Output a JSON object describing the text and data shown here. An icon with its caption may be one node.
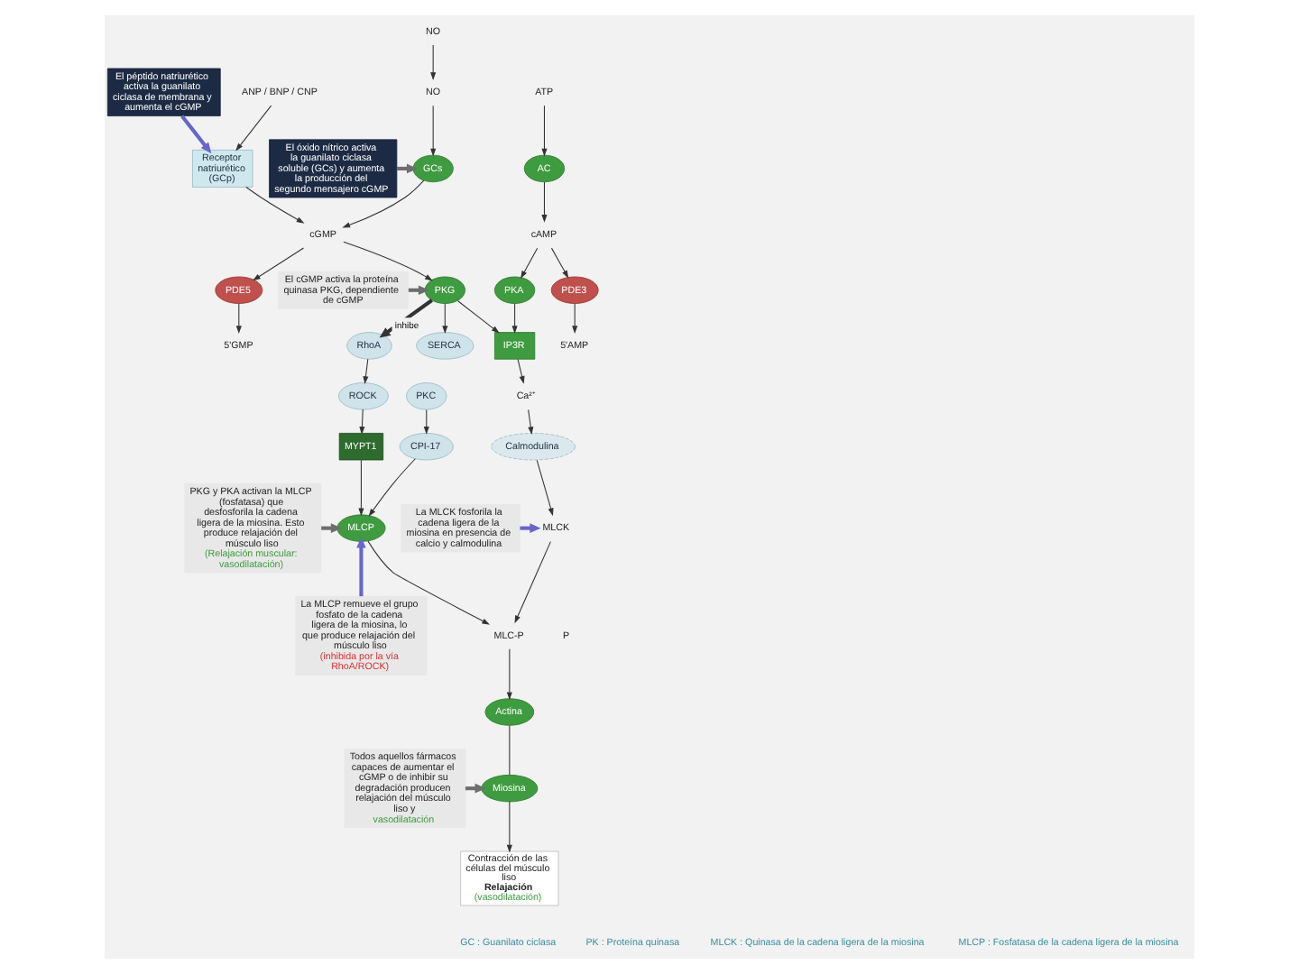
{
  "diagram": {
    "nodes": [
      {
        "text": [
          "El óxido nítrico activa la guanilato ciclasa soluble (GCs) y aumenta la producción del segundo mensajero cGMP"
        ]
      },
      {
        "text": [
          "El péptido natriurético activa la guanilato ciclasa de membrana y aumenta el cGMP"
        ]
      },
      {
        "text": [
          "NO"
        ]
      },
      {
        "text": [
          "ANP / BNP / CNP"
        ]
      },
      {
        "text": [
          "Receptor natriurético (GCp)"
        ]
      },
      {
        "text": [
          "NO"
        ]
      },
      {
        "text": [
          "GCs"
        ]
      },
      {
        "text": [
          "cGMP"
        ]
      },
      {
        "text": [
          "PDE5"
        ]
      },
      {
        "text": [
          "5'GMP"
        ]
      },
      {
        "text": [
          "5'AMP"
        ]
      },
      {
        "text": [
          "PDE3"
        ]
      },
      {
        "text": [
          "AC"
        ]
      },
      {
        "text": [
          "ATP"
        ]
      },
      {
        "text": [
          "cAMP"
        ]
      },
      {
        "text": [
          "PKG"
        ]
      },
      {
        "text": [
          "PKA"
        ]
      },
      {
        "text": [
          "RhoA"
        ]
      },
      {
        "text": [
          "ROCK"
        ]
      },
      {
        "text": [
          "PKC"
        ]
      },
      {
        "text": [
          "CPI-17"
        ]
      },
      {
        "text": [
          "IP3R"
        ]
      },
      {
        "text": [
          "Calmodulina"
        ]
      },
      {
        "text": [
          "Ca²⁺"
        ]
      },
      {
        "text": [
          "MLCK"
        ]
      },
      {
        "text": [
          "MLC-P"
        ]
      },
      {
        "text": [
          "MYPT1"
        ]
      },
      {
        "text": [
          "MLCP"
        ]
      },
      {
        "text": [
          "Actina"
        ]
      },
      {
        "text": [
          "Miosina"
        ]
      },
      {
        "text": [
          "SERCA"
        ]
      },
      {
        "text": [
          "Contracción de las células del músculo liso",
          "Relajación",
          "(vasodilatación)"
        ]
      },
      {
        "text": [
          "El cGMP activa la proteína quinasa PKG, dependiente de cGMP"
        ]
      },
      {
        "text": [
          "La MLCK fosforila la cadena ligera de la miosina en presencia de calcio y calmodulina"
        ]
      },
      {
        "text": [
          "La MLCP remueve el grupo fosfato de la cadena ligera de la miosina, lo que produce relajación del músculo liso",
          "(inhibida por la vía RhoA/ROCK)"
        ]
      },
      {
        "text": [
          "PKG y PKA activan la MLCP (fosfatasa) que desfosforila la cadena ligera de la miosina. Esto produce relajación del músculo liso",
          "(Relajación muscular: vasodilatación)"
        ]
      },
      {
        "text": [
          "Todos aquellos fármacos capaces de aumentar el cGMP o de inhibir su degradación producen relajación del músculo liso y",
          "vasodilatación"
        ]
      }
    ],
    "edges": [
      {
        "from": 0,
        "to": 6,
        "arrow": "to",
        "style": "thick",
        "color": "#6e6e6e"
      },
      {
        "from": 1,
        "to": 4,
        "arrow": "to",
        "style": "thick",
        "color": "#6666cc"
      },
      {
        "from": 2,
        "to": 5,
        "arrow": "to"
      },
      {
        "from": 3,
        "to": 4,
        "arrow": "to"
      },
      {
        "from": 5,
        "to": 6,
        "arrow": "to"
      },
      {
        "from": 6,
        "to": 7,
        "arrow": "to"
      },
      {
        "from": 4,
        "to": 7,
        "arrow": "to"
      },
      {
        "from": 7,
        "to": 8,
        "arrow": "to"
      },
      {
        "from": 8,
        "to": 9,
        "arrow": "to"
      },
      {
        "from": 13,
        "to": 12,
        "arrow": "to"
      },
      {
        "from": 12,
        "to": 14,
        "arrow": "to"
      },
      {
        "from": 14,
        "to": 11,
        "arrow": "to"
      },
      {
        "from": 11,
        "to": 10,
        "arrow": "to"
      },
      {
        "from": 7,
        "to": 15,
        "arrow": "to"
      },
      {
        "from": 14,
        "to": 16,
        "arrow": "to"
      },
      {
        "from": 15,
        "to": 17,
        "arrow": "to",
        "label": "inhibe",
        "style": "thick"
      },
      {
        "from": 17,
        "to": 18,
        "arrow": "to"
      },
      {
        "from": 19,
        "to": 20,
        "arrow": "to"
      },
      {
        "from": 18,
        "to": 26,
        "arrow": "to"
      },
      {
        "from": 20,
        "to": 27,
        "arrow": "to"
      },
      {
        "from": 15,
        "to": 21,
        "arrow": "to"
      },
      {
        "from": 16,
        "to": 21,
        "arrow": "to"
      },
      {
        "from": 21,
        "to": 23,
        "arrow": "to"
      },
      {
        "from": 23,
        "to": 22,
        "arrow": "to"
      },
      {
        "from": 22,
        "to": 24,
        "arrow": "to"
      },
      {
        "from": 24,
        "to": 25,
        "arrow": "to"
      },
      {
        "from": 27,
        "to": 25,
        "arrow": "to"
      },
      {
        "from": 26,
        "to": 27,
        "arrow": "to"
      },
      {
        "from": 25,
        "to": 28,
        "arrow": "to"
      },
      {
        "from": 28,
        "to": 29,
        "arrow": "none"
      },
      {
        "from": 29,
        "to": 31,
        "arrow": "to"
      },
      {
        "from": 32,
        "to": 15,
        "arrow": "to",
        "style": "thick",
        "color": "#6e6e6e"
      },
      {
        "from": 33,
        "to": 24,
        "arrow": "to",
        "style": "thick",
        "color": "#6666cc"
      },
      {
        "from": 34,
        "to": 27,
        "arrow": "to",
        "style": "thick",
        "color": "#6666cc"
      },
      {
        "from": 35,
        "to": 27,
        "arrow": "to",
        "style": "thick",
        "color": "#6e6e6e"
      },
      {
        "from": 36,
        "to": 29,
        "arrow": "to",
        "style": "thick",
        "color": "#6e6e6e"
      },
      {
        "from": 15,
        "to": 30,
        "arrow": "to"
      }
    ],
    "labels": [
      "P",
      "GC : Guanilato ciclasa",
      "PK : Proteína quinasa",
      "MLCK : Quinasa de la cadena ligera de la miosina",
      "MLCP : Fosfatasa de la cadena ligera de la miosina"
    ]
  }
}
